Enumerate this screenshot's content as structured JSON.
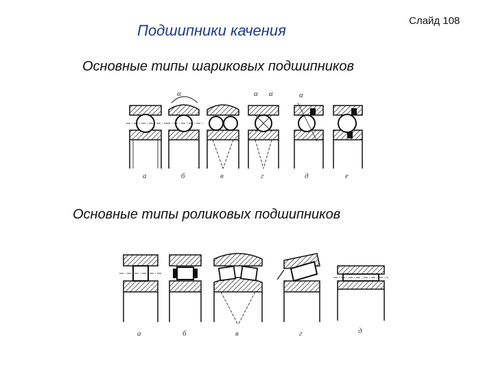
{
  "slide": {
    "title": "Подшипники качения",
    "number_label": "Слайд 108"
  },
  "ball_section": {
    "heading": "Основные типы шариковых подшипников",
    "labels": [
      "а",
      "б",
      "в",
      "г",
      "д",
      "е"
    ],
    "angle_labels": [
      "α",
      "α",
      "α",
      "α"
    ]
  },
  "roller_section": {
    "heading": "Основные типы роликовых подшипников",
    "labels": [
      "а",
      "б",
      "в",
      "г",
      "д"
    ]
  },
  "colors": {
    "title": "#1f3a8a",
    "ink": "#111111"
  }
}
